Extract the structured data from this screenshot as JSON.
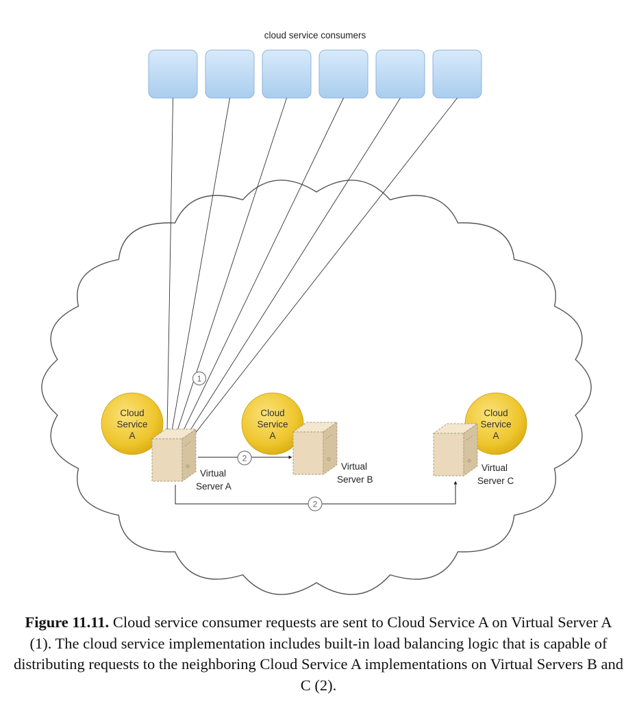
{
  "diagram": {
    "consumers_label": "cloud service consumers",
    "consumer_count": 6,
    "services": [
      {
        "label_lines": [
          "Cloud",
          "Service",
          "A"
        ]
      },
      {
        "label_lines": [
          "Cloud",
          "Service",
          "A"
        ]
      },
      {
        "label_lines": [
          "Cloud",
          "Service",
          "A"
        ]
      }
    ],
    "servers": [
      {
        "label_lines": [
          "Virtual",
          "Server A"
        ]
      },
      {
        "label_lines": [
          "Virtual",
          "Server B"
        ]
      },
      {
        "label_lines": [
          "Virtual",
          "Server C"
        ]
      }
    ],
    "markers": {
      "step1": "1",
      "step2_b": "2",
      "step2_c": "2"
    },
    "colors": {
      "consumer_fill": "#bcd9f4",
      "service_fill": "#f2cf38",
      "server_fill": "#e6d6b8",
      "cloud_stroke": "#555555"
    }
  },
  "caption": {
    "label": "Figure 11.11.",
    "text": " Cloud service consumer requests are sent to Cloud Service A on Virtual Server A (1). The cloud service implementation includes built-in load balancing logic that is capable of distributing requests to the neighboring Cloud Service A implementations on Virtual Servers B and C (2)."
  }
}
